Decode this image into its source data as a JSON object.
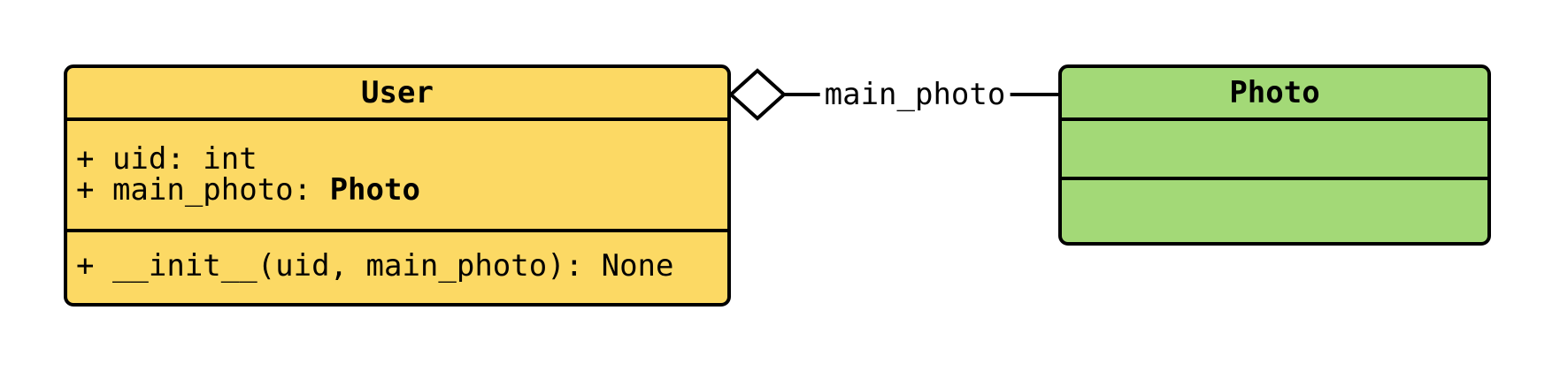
{
  "classes": {
    "user": {
      "title": "User",
      "fill": "#FCD964",
      "attributes": [
        {
          "prefix": "+ uid: ",
          "type": "int",
          "type_class": "type-normal"
        },
        {
          "prefix": "+ main_photo: ",
          "type": "Photo",
          "type_class": "type-bold"
        }
      ],
      "methods": [
        {
          "signature": "+ __init__(uid, main_photo): None"
        }
      ]
    },
    "photo": {
      "title": "Photo",
      "fill": "#A3D977",
      "attributes": [],
      "methods": []
    }
  },
  "relationship": {
    "label": "main_photo",
    "type": "aggregation",
    "diamond_icon": "hollow-diamond",
    "diamond_fill": "#FFFFFF"
  },
  "colors": {
    "stroke": "#000000",
    "background": "#FFFFFF"
  }
}
